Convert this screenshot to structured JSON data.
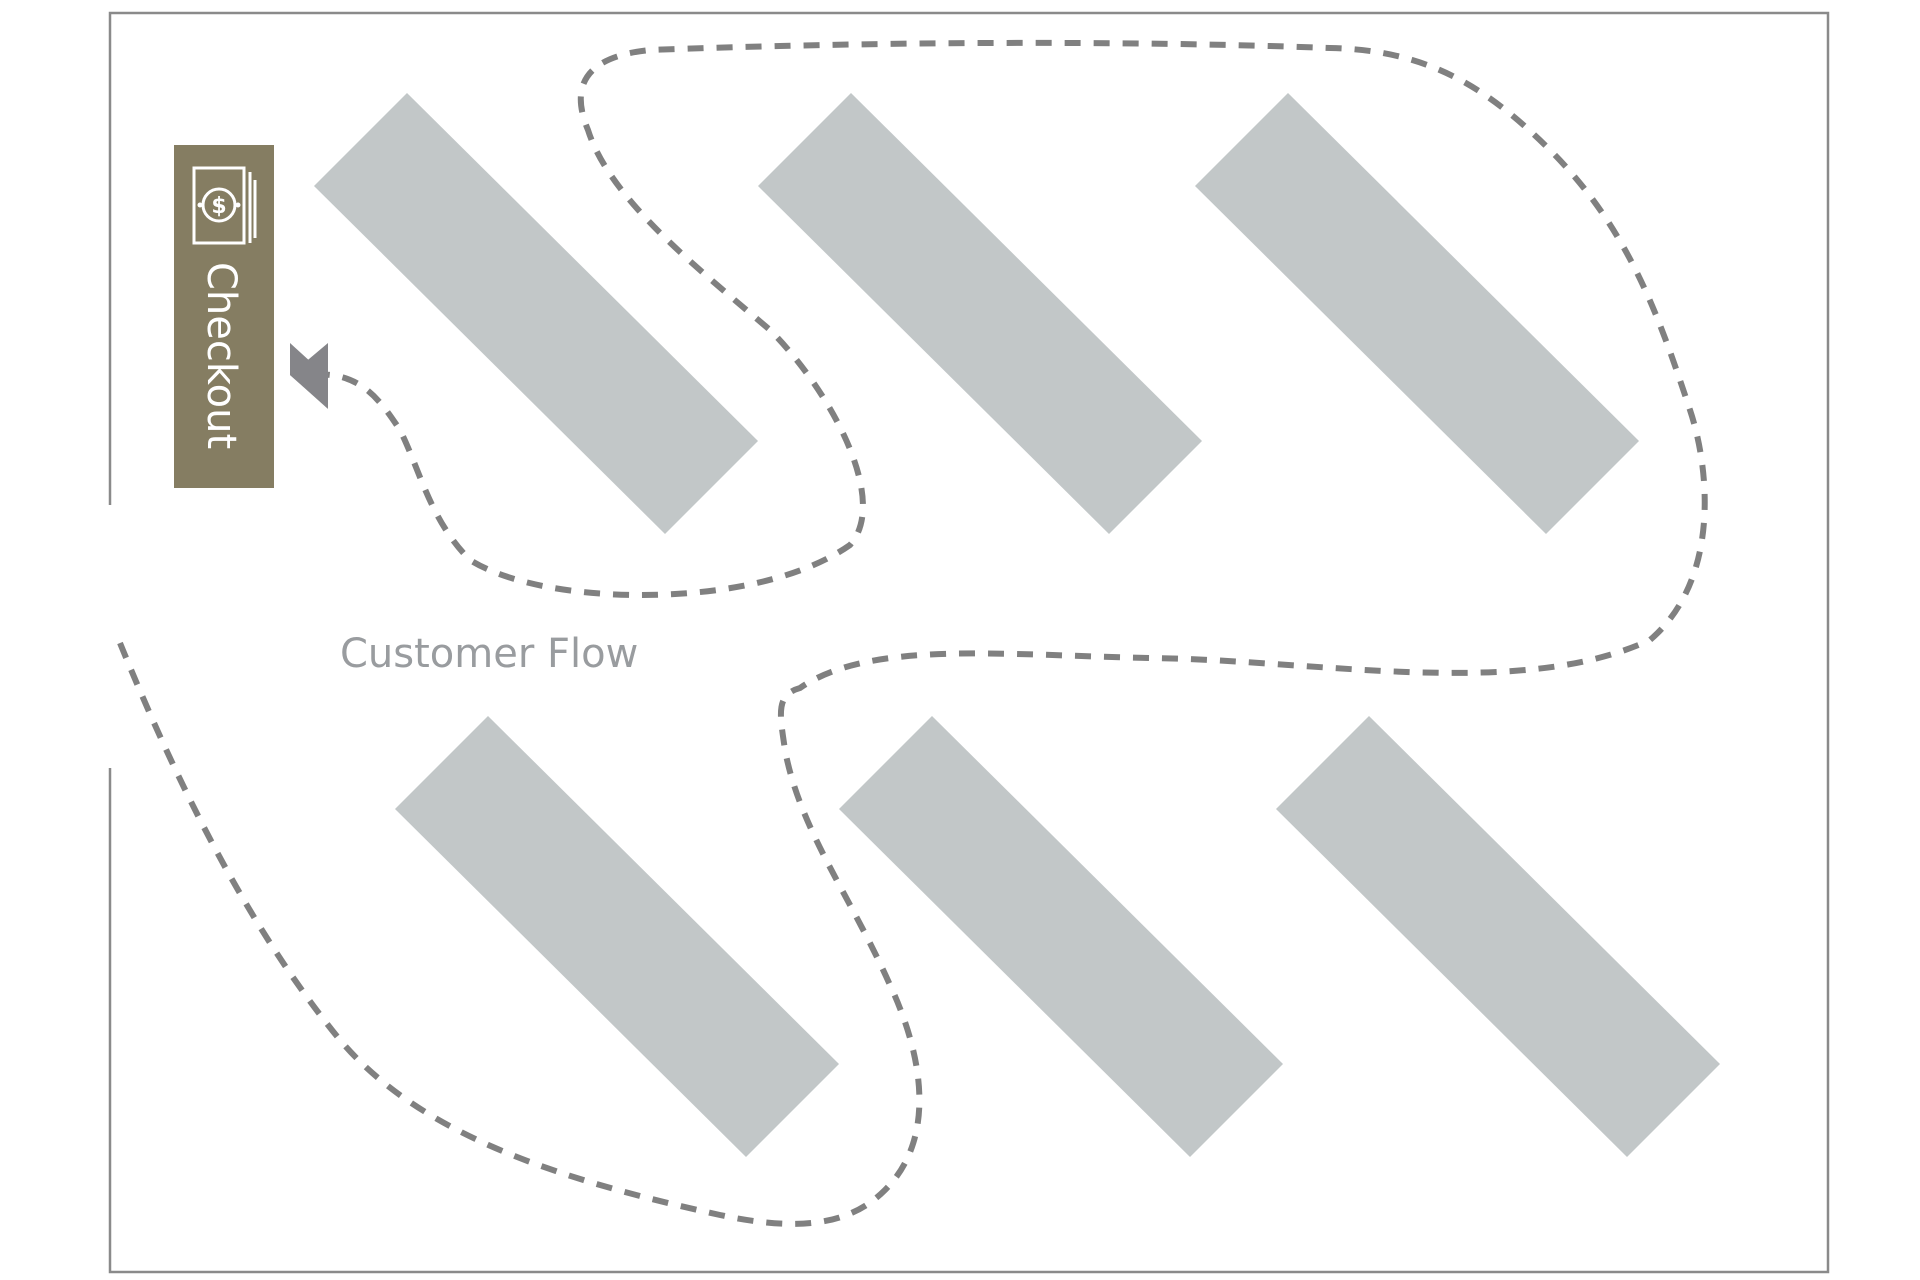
{
  "diagram": {
    "labels": {
      "checkout": "Checkout",
      "flow": "Customer Flow",
      "currency_symbol": "$"
    },
    "icons": {
      "checkout": "cash-register-icon",
      "flow_end": "arrowhead-icon"
    },
    "colors": {
      "shelf": "#c2c7c8",
      "checkout": "#857d62",
      "flow_line": "#808080",
      "label": "#999c9f",
      "wall": "#8a8a8a"
    },
    "shelf_rows": [
      {
        "row": "top",
        "count": 3
      },
      {
        "row": "bottom",
        "count": 3
      }
    ]
  }
}
